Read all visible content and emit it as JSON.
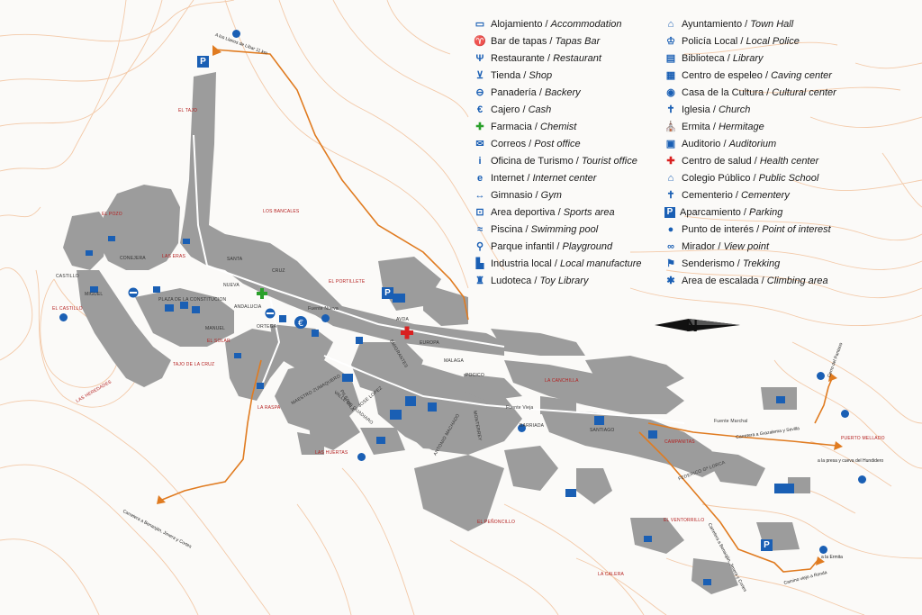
{
  "legend_left": [
    {
      "icon": "bed-icon",
      "es": "Alojamiento",
      "en": "Accommodation"
    },
    {
      "icon": "tapas-icon",
      "es": "Bar de tapas",
      "en": "Tapas Bar"
    },
    {
      "icon": "restaurant-icon",
      "es": "Restaurante",
      "en": "Restaurant"
    },
    {
      "icon": "shopping-cart-icon",
      "es": "Tienda",
      "en": "Shop"
    },
    {
      "icon": "bakery-icon",
      "es": "Panadería",
      "en": "Backery"
    },
    {
      "icon": "euro-icon",
      "es": "Cajero",
      "en": "Cash"
    },
    {
      "icon": "pharmacy-cross-icon",
      "es": "Farmacia",
      "en": "Chemist"
    },
    {
      "icon": "envelope-icon",
      "es": "Correos",
      "en": "Post office"
    },
    {
      "icon": "info-icon",
      "es": "Oficina de Turismo",
      "en": "Tourist office"
    },
    {
      "icon": "internet-icon",
      "es": "Internet",
      "en": "Internet center"
    },
    {
      "icon": "gym-icon",
      "es": "Gimnasio",
      "en": "Gym"
    },
    {
      "icon": "sports-area-icon",
      "es": "Area deportiva",
      "en": "Sports area"
    },
    {
      "icon": "swimmer-icon",
      "es": "Piscina",
      "en": "Swimming pool"
    },
    {
      "icon": "playground-icon",
      "es": "Parque infantil",
      "en": "Playground"
    },
    {
      "icon": "factory-icon",
      "es": "Industria local",
      "en": "Local manufacture"
    },
    {
      "icon": "toy-library-icon",
      "es": "Ludoteca",
      "en": "Toy Library"
    }
  ],
  "legend_right": [
    {
      "icon": "town-hall-icon",
      "es": "Ayuntamiento",
      "en": "Town Hall"
    },
    {
      "icon": "police-icon",
      "es": "Policía Local",
      "en": "Local Police"
    },
    {
      "icon": "library-icon",
      "es": "Biblioteca",
      "en": "Library"
    },
    {
      "icon": "caving-icon",
      "es": "Centro de espeleo",
      "en": "Caving center"
    },
    {
      "icon": "cultural-center-icon",
      "es": "Casa de la Cultura",
      "en": "Cultural center"
    },
    {
      "icon": "church-icon",
      "es": "Iglesia",
      "en": "Church"
    },
    {
      "icon": "hermitage-icon",
      "es": "Ermita",
      "en": "Hermitage"
    },
    {
      "icon": "auditorium-icon",
      "es": "Auditorio",
      "en": "Auditorium"
    },
    {
      "icon": "health-cross-icon",
      "es": "Centro de salud",
      "en": "Health center"
    },
    {
      "icon": "school-icon",
      "es": "Colegio Público",
      "en": "Public School"
    },
    {
      "icon": "cemetery-icon",
      "es": "Cementerio",
      "en": "Cementery"
    },
    {
      "icon": "parking-icon",
      "es": "Aparcamiento",
      "en": "Parking"
    },
    {
      "icon": "point-icon",
      "es": "Punto de interés",
      "en": "Point of interest"
    },
    {
      "icon": "binoculars-icon",
      "es": "Mirador",
      "en": "View point"
    },
    {
      "icon": "hiker-icon",
      "es": "Senderismo",
      "en": "Trekking"
    },
    {
      "icon": "climber-icon",
      "es": "Area de escalada",
      "en": "Climbing area"
    }
  ],
  "north_label": "N",
  "place_labels": {
    "el_tajo": "EL TAJO",
    "los_bancales": "LOS BANCALES",
    "el_castillo": "EL CASTILLO",
    "las_heredades": "LAS HEREDADES",
    "el_portillete": "EL PORTILLETE",
    "tajo_de_la_cruz": "TAJO DE LA CRUZ",
    "la_raspa": "LA RASPA",
    "las_huertas": "LAS HUERTAS",
    "el_penoncillo": "EL PEÑONCILLO",
    "la_calera": "LA CALERA",
    "el_ventorrillo": "EL VENTORRILLO",
    "las_canchillas": "LA CANCHILLA",
    "campanitas": "CAMPANITAS",
    "puerto_mellado": "PUERTO MELLADO",
    "las_eras": "LAS ERAS",
    "el_pozo": "EL POZO",
    "el_solar": "EL SOLAR"
  },
  "street_labels": {
    "santa_cruz": "SANTA",
    "cruz": "CRUZ",
    "nueva": "NUEVA",
    "andalucia": "ANDALUCIA",
    "ortega": "ORTEGA",
    "avda": "AVDA",
    "europa": "EUROPA",
    "malaga": "MALAGA",
    "pocico": "POCICO",
    "barriada": "BARRIADA",
    "santiago": "SANTIAGO",
    "monterrey": "MONTERREY",
    "antonio_machado": "ANTONIO MACHADO",
    "valle_de_guadiaro": "VALLE DE GUADIARO",
    "pilerilla": "PILERILLA",
    "maestro_zumaquero": "MAESTRO ZUMAQUERO",
    "jose_lopez": "JOSE LOPEZ",
    "federico_gl": "FEDERICO Gª LORCA",
    "plaza_constitucion": "PLAZA DE LA CONSTITUCION",
    "manuel": "MANUEL",
    "castillo": "CASTILLO",
    "miguel": "MIGUEL",
    "conejera": "CONEJERA",
    "fuente_nueva": "Fuente Nueva",
    "fuente_vieja": "Fuente Vieja",
    "fuente_marchal": "Fuente Marchal",
    "emigrantes": "EMIGRANTES"
  },
  "route_labels": {
    "llanos_libar": "A los Llanos de Líbar 11 km",
    "benaojan_west": "Carretera a Benaoján, Jimera y Cortes",
    "benaojan_east": "Carretera a Benaoján, Jimera y Cortes",
    "grazalema": "Carretera a Grazalema y Sevilla",
    "hundidero": "a la presa y cueva del Hundidero",
    "camino_ronda": "Camino viejo a Ronda",
    "ermita": "a la Ermita",
    "cerro_pantano": "Cerro del Pantano"
  }
}
